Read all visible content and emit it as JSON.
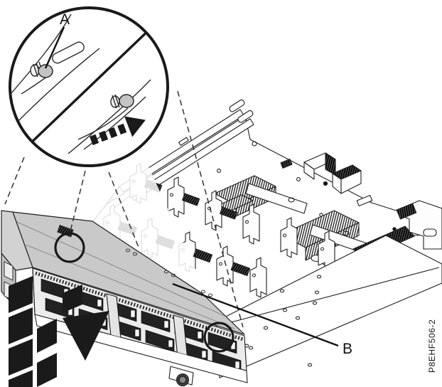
{
  "figure": {
    "title": "server-front-cover-installation-diagram",
    "callout_a": "A",
    "callout_b": "B",
    "part_number": "P8EHF506-2",
    "icons": {
      "magnifier_inset": "magnifier-circle",
      "press_arrow": "press-direction-arrow",
      "slide_arrow": "slide-direction-arrow"
    },
    "colors": {
      "line": "#1a1a1a",
      "cover_gray": "#c9c9c9",
      "knob_gray": "#c4c4c4",
      "arrow_black": "#1a1a1a",
      "background": "#ffffff"
    }
  }
}
